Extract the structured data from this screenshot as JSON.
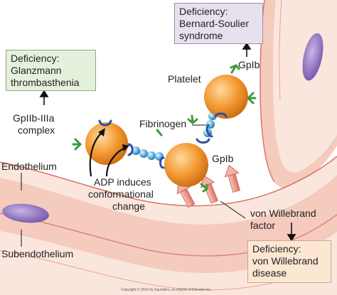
{
  "boxes": {
    "glanzmann": {
      "line1": "Deficiency:",
      "line2": "Glanzmann",
      "line3": "thrombasthenia"
    },
    "bernard": {
      "line1": "Deficiency:",
      "line2": "Bernard-Soulier",
      "line3": "syndrome"
    },
    "vwd": {
      "line1": "Deficiency:",
      "line2": "von Willebrand",
      "line3": "disease"
    }
  },
  "labels": {
    "platelet": "Platelet",
    "gp1b_top": "GpIb",
    "gp1b_mid": "GpIb",
    "gp2b3a_line1": "GpIIb-IIIa",
    "gp2b3a_line2": "complex",
    "fibrinogen": "Fibrinogen",
    "endothelium": "Endothelium",
    "subendothelium": "Subendothelium",
    "adp_line1": "ADP induces",
    "adp_line2": "conformational",
    "adp_line3": "change",
    "vwf_line1": "von Willebrand",
    "vwf_line2": "factor"
  },
  "copyright": "Copyright © 2010 by Saunders, an imprint of Elsevier Inc.",
  "colors": {
    "vessel_outer": "#f3c7b9",
    "vessel_line": "#d9776a",
    "nucleus": "#8b6fb8",
    "platelet": "#f0962e",
    "receptor_blue": "#2f4fa3",
    "receptor_green": "#3b9b3f",
    "fibrinogen": "#4fa3d8",
    "vwf": "#f1a79a"
  }
}
